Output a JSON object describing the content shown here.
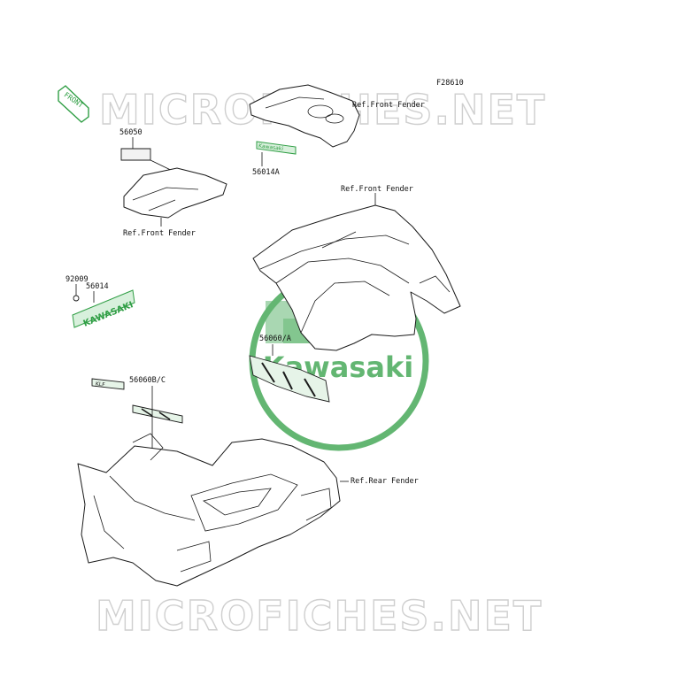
{
  "figure_code": "F28610",
  "direction": {
    "label": "FRONT"
  },
  "watermarks": [
    "MICROFICHES.NET",
    "MICROFICHES.NET"
  ],
  "logo": {
    "brand": "Kawasaki",
    "color": "#2f9e44"
  },
  "parts": [
    {
      "id": "56050"
    },
    {
      "id": "56014A"
    },
    {
      "id": "92009"
    },
    {
      "id": "56014"
    },
    {
      "id": "56060/A"
    },
    {
      "id": "56060B/C"
    }
  ],
  "references": [
    {
      "text": "Ref.Front Fender"
    },
    {
      "text": "Ref.Front Fender"
    },
    {
      "text": "Ref.Front Fender"
    },
    {
      "text": "Ref.Rear Fender"
    }
  ],
  "decal_text": {
    "kawasaki_small": "Kawasaki",
    "emblem": "KAWASAKI",
    "side_decal": "KLF"
  }
}
